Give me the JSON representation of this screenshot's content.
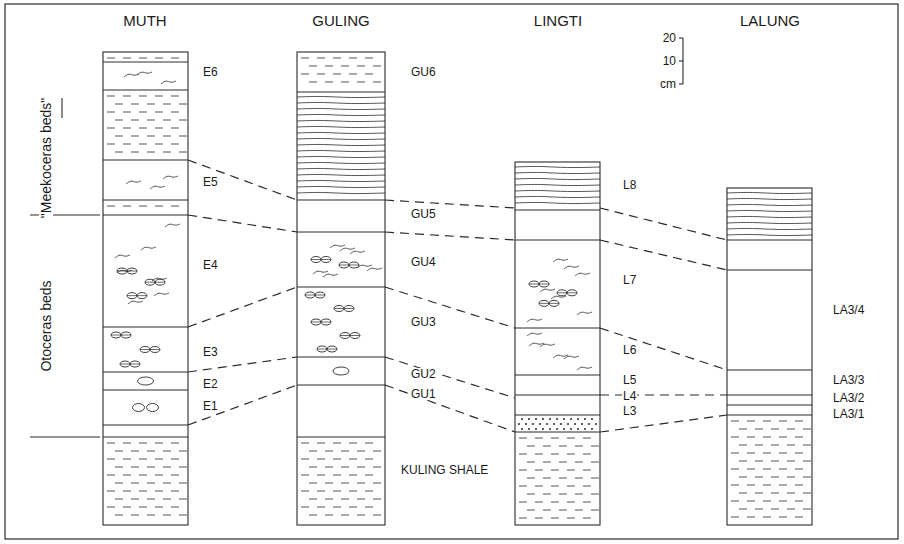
{
  "diagram": {
    "labels": [
      "MUTH",
      "GULING",
      "LINGTI",
      "LALUNG",
      "20",
      "10",
      "cm",
      "\"Meekoceras beds\"",
      "Otoceras beds",
      "E6",
      "E5",
      "E4",
      "E3",
      "E2",
      "E1",
      "GU6",
      "GU5",
      "GU4",
      "GU3",
      "GU2",
      "GU1",
      "L8",
      "L7",
      "L6",
      "L5",
      "L4",
      "L3",
      "LA3/4",
      "LA3/3",
      "LA3/2",
      "LA3/1",
      "KULING SHALE"
    ]
  }
}
